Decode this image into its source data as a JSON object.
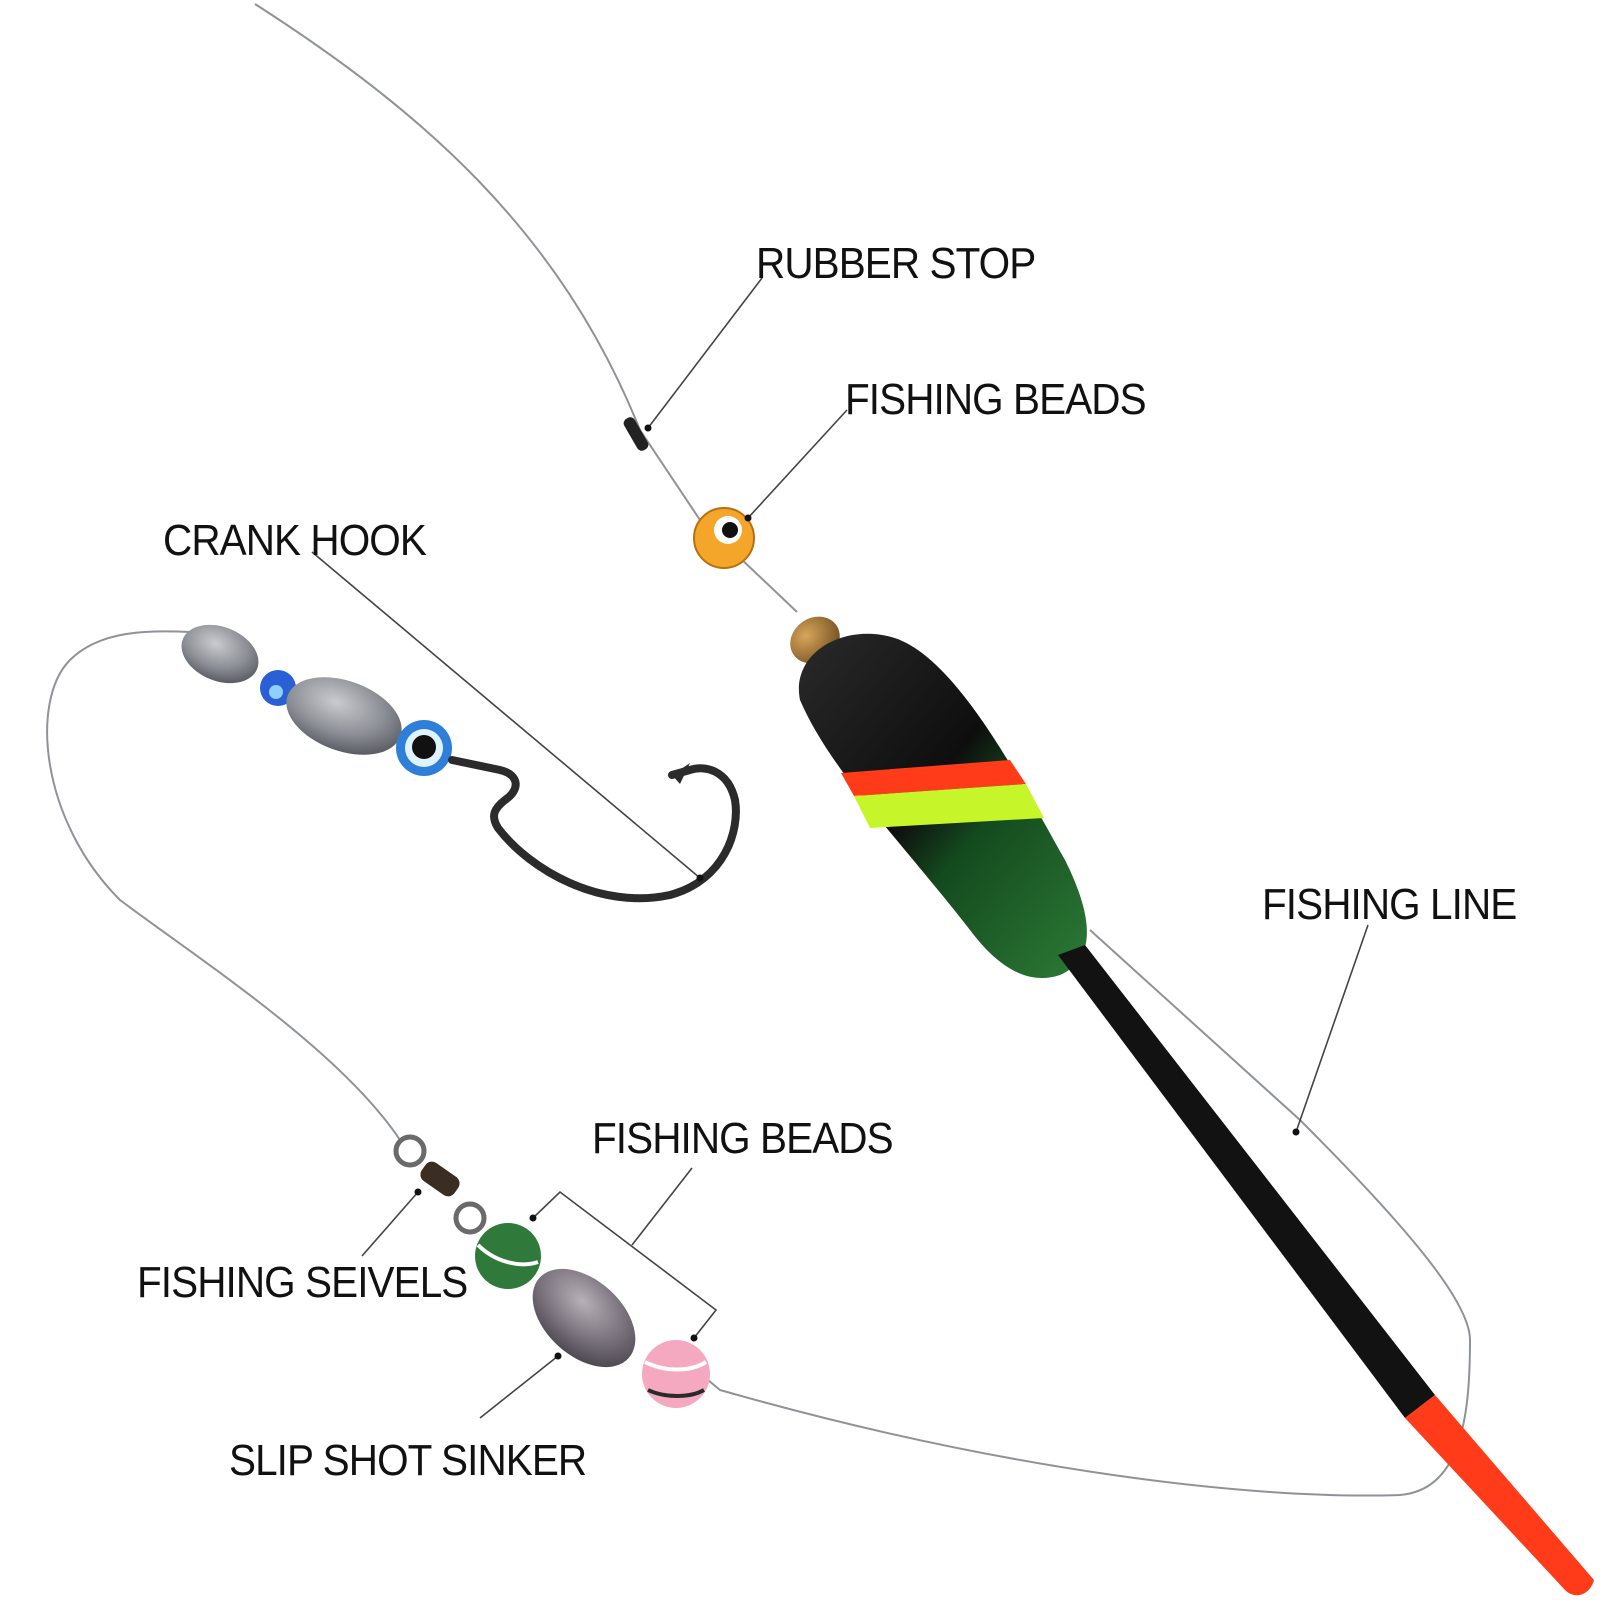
{
  "labels": {
    "rubber_stop": "RUBBER STOP",
    "fishing_beads_top": "FISHING BEADS",
    "crank_hook": "CRANK HOOK",
    "fishing_line": "FISHING LINE",
    "fishing_beads_bottom": "FISHING BEADS",
    "fishing_seivels": "FISHING SEIVELS",
    "slip_shot_sinker": "SLIP SHOT SINKER"
  },
  "colors": {
    "float_black": "#111111",
    "float_green": "#1f6b2a",
    "float_red_band": "#ff3b1a",
    "float_yellow_band": "#c6f52a",
    "float_tip": "#ff3b1a",
    "sinker_grey": "#8a8d93",
    "bead_orange": "#f4a62a",
    "bead_blue": "#2a5fd6",
    "bead_green": "#2f7a3a",
    "bead_pink": "#f4a9c0"
  }
}
